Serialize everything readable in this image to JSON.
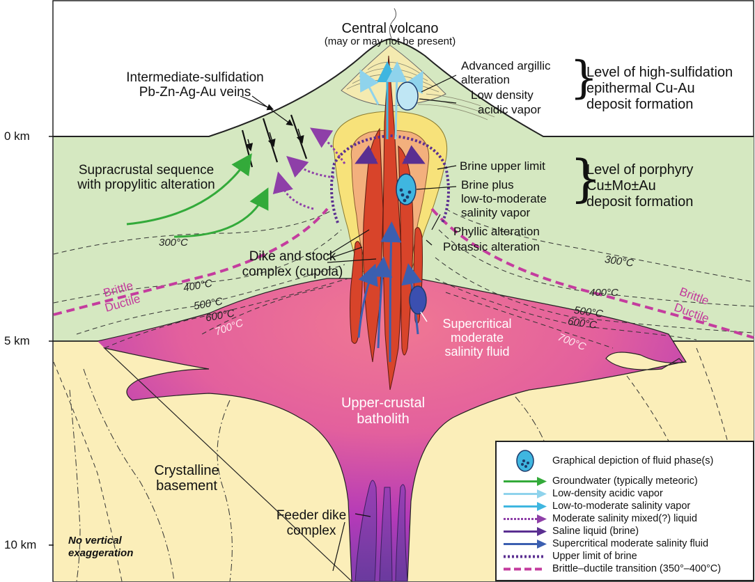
{
  "depth_labels": {
    "d0": "0 km",
    "d5": "5 km",
    "d10": "10 km"
  },
  "volcano": {
    "title": "Central volcano",
    "note": "(may or may not be present)"
  },
  "left_labels": {
    "veins_line1": "Intermediate-sulfidation",
    "veins_line2": "Pb-Zn-Ag-Au veins",
    "supra_line1": "Supracrustal sequence",
    "supra_line2": "with propylitic alteration",
    "dike_line1": "Dike and stock",
    "dike_line2": "complex (cupola)",
    "basement_line1": "Crystalline",
    "basement_line2": "basement",
    "feeder_line1": "Feeder dike",
    "feeder_line2": "complex",
    "novert_line1": "No vertical",
    "novert_line2": "exaggeration"
  },
  "center_labels": {
    "adv_line1": "Advanced argillic",
    "adv_line2": "alteration",
    "lowdens_line1": "Low density",
    "lowdens_line2": "acidic vapor",
    "brine_upper": "Brine upper limit",
    "brine_plus_line1": "Brine plus",
    "brine_plus_line2": "low-to-moderate",
    "brine_plus_line3": "salinity vapor",
    "phyllic": "Phyllic alteration",
    "potassic": "Potassic alteration",
    "super_line1": "Supercritical",
    "super_line2": "moderate",
    "super_line3": "salinity fluid",
    "batholith_line1": "Upper-crustal",
    "batholith_line2": "batholith"
  },
  "right_labels": {
    "hs_line1": "Level of high-sulfidation",
    "hs_line2": "epithermal Cu-Au",
    "hs_line3": "deposit formation",
    "por_line1": "Level of porphyry",
    "por_line2": "Cu±Mo±Au",
    "por_line3": "deposit formation"
  },
  "isotherms": {
    "t300": "300°C",
    "t400": "400°C",
    "t500": "500°C",
    "t600": "600°C",
    "t700": "700°C"
  },
  "brittle": {
    "brittle": "Brittle",
    "ductile": "Ductile"
  },
  "legend": {
    "items": [
      "Graphical depiction of fluid phase(s)",
      "Groundwater (typically meteoric)",
      "Low-density acidic vapor",
      "Low-to-moderate salinity vapor",
      "Moderate salinity mixed(?) liquid",
      "Saline liquid (brine)",
      "Supercritical moderate salinity fluid",
      "Upper limit of brine",
      "Brittle–ductile transition (350°–400°C)"
    ]
  },
  "colors": {
    "green_zone": "#d5e8c1",
    "basement": "#fbeeb9",
    "batholith_pink": "#f07893",
    "batholith_magenta": "#b43ab8",
    "feeder_purple": "#7b3ba8",
    "potassic_orange": "#f3b07d",
    "phyllic_yellow": "#f7e27a",
    "dike_red": "#d8442a",
    "groundwater": "#33aa3a",
    "vapor_light": "#8fd3ec",
    "vapor_mid": "#3fb6e0",
    "mixed_liquid": "#8e3fa8",
    "brine": "#5a2f91",
    "supercritical": "#3b5fb0",
    "brittle_ductile": "#c43c9e"
  }
}
